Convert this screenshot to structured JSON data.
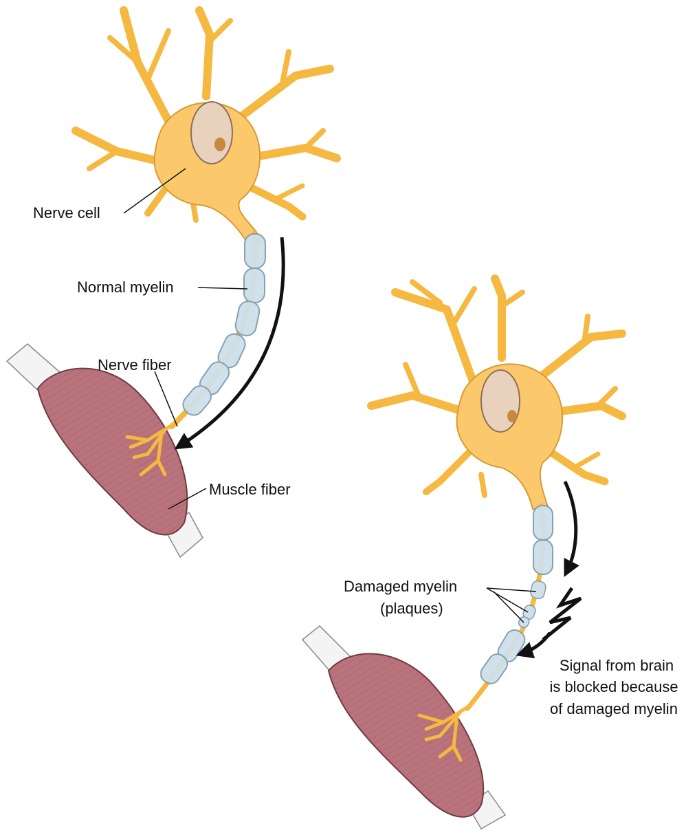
{
  "labels": {
    "nerve_cell": "Nerve cell",
    "normal_myelin": "Normal myelin",
    "nerve_fiber": "Nerve fiber",
    "muscle_fiber": "Muscle fiber",
    "damaged_myelin": "Damaged myelin",
    "plaques": "(plaques)",
    "signal_line1": "Signal from brain",
    "signal_line2": "is blocked because",
    "signal_line3": "of damaged myelin"
  },
  "colors": {
    "neuron_fill": "#fbc96b",
    "neuron_stroke": "#c8872a",
    "nucleus": "#e8d2bd",
    "nucleolus": "#c58a3f",
    "myelin": "#cfe0ea",
    "myelin_stroke": "#7e9cad",
    "muscle": "#b9737c",
    "muscle_stroke": "#6e3a40",
    "tendon": "#f2f2f2",
    "arrow": "#111111"
  }
}
